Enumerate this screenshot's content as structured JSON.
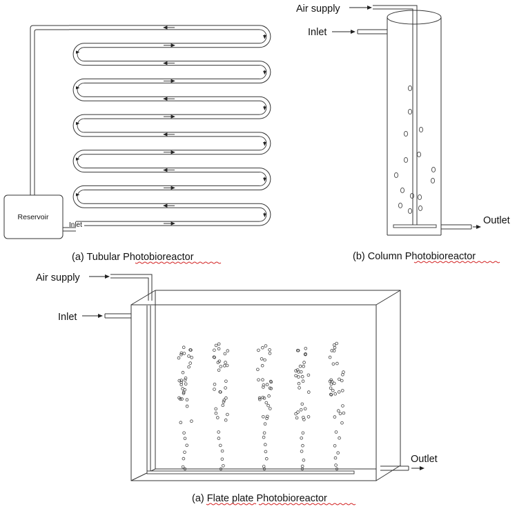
{
  "tubular": {
    "reservoir_label": "Reservoir",
    "inlet_label": "Inlet",
    "caption_prefix": "(a) Tubular ",
    "caption_word": "Photobioreactor"
  },
  "column": {
    "air_supply_label": "Air supply",
    "inlet_label": "Inlet",
    "outlet_label": "Outlet",
    "caption_prefix": "(b) Column ",
    "caption_word": "Photobioreactor"
  },
  "flat": {
    "air_supply_label": "Air supply",
    "inlet_label": "Inlet",
    "outlet_label": "Outlet",
    "caption_prefix": "(a) ",
    "caption_word1": "Flate plate",
    "caption_space": " ",
    "caption_word2": "Photobioreactor"
  },
  "colors": {
    "line": "#333333",
    "spellcheck": "#d21f1f"
  }
}
